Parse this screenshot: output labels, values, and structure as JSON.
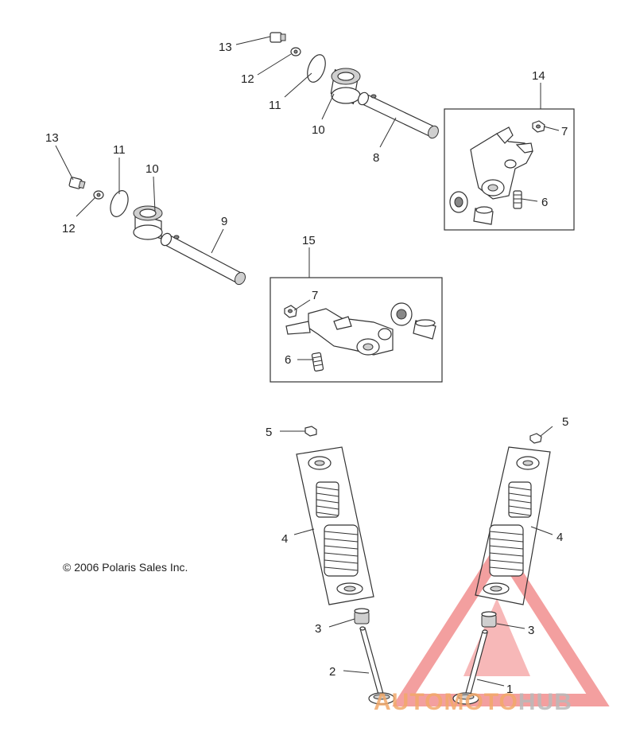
{
  "diagram": {
    "callouts": {
      "c1": "1",
      "c2": "2",
      "c3a": "3",
      "c3b": "3",
      "c4a": "4",
      "c4b": "4",
      "c5a": "5",
      "c5b": "5",
      "c6a": "6",
      "c6b": "6",
      "c7a": "7",
      "c7b": "7",
      "c8": "8",
      "c9": "9",
      "c10a": "10",
      "c10b": "10",
      "c11a": "11",
      "c11b": "11",
      "c12a": "12",
      "c12b": "12",
      "c13a": "13",
      "c13b": "13",
      "c14": "14",
      "c15": "15"
    },
    "copyright": "© 2006 Polaris Sales Inc."
  },
  "watermark": {
    "part1": "AUTOMOTO",
    "part2": "HUB",
    "colors": {
      "triangle": "#f08080",
      "text_orange": "#f2a96a",
      "text_gray": "#b9b9b9"
    }
  }
}
